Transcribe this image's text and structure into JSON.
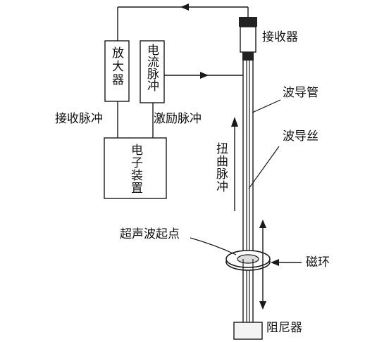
{
  "labels": {
    "receiver": "接收器",
    "waveguide_tube": "波导管",
    "waveguide_wire": "波导丝",
    "amplifier": "放大器",
    "current_pulse": "电流脉冲",
    "receive_pulse": "接收脉冲",
    "excite_pulse": "激励脉冲",
    "electronic_device": "电子装置",
    "torsion_pulse": "扭曲脉冲",
    "ultrasonic_origin": "超声波起点",
    "magnetic_ring": "磁环",
    "damper": "阻尼器"
  },
  "colors": {
    "stroke": "#1a1a1a",
    "receiver_fill": "#222222",
    "damper_fill": "#f4f4f4"
  }
}
